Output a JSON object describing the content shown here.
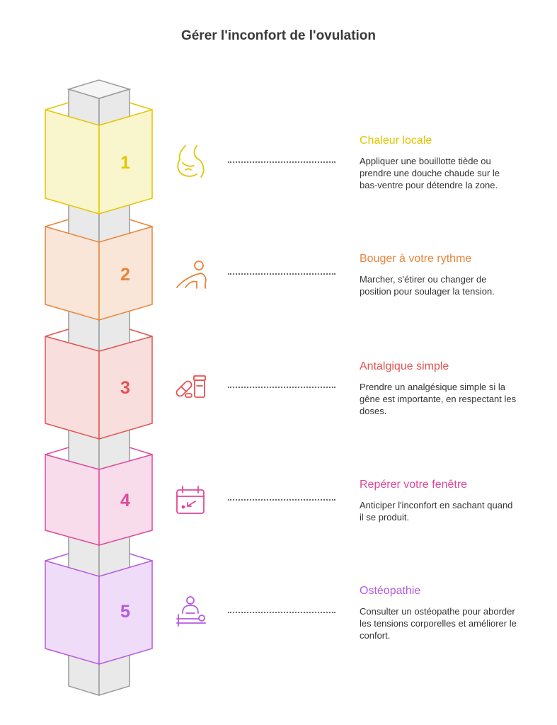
{
  "title": "Gérer l'inconfort de l'ovulation",
  "colors": {
    "pillar_fill": "#e9e9e9",
    "pillar_top": "#f5f5f5",
    "pillar_stroke": "#9a9a9a"
  },
  "steps": [
    {
      "number": "1",
      "title": "Chaleur locale",
      "description": "Appliquer une bouillotte tiède ou prendre une douche chaude sur le bas-ventre pour détendre la zone.",
      "icon": "pregnant-belly-icon",
      "color": "#e2c600",
      "fill": "#f9f5cc"
    },
    {
      "number": "2",
      "title": "Bouger à votre rythme",
      "description": "Marcher, s'étirer ou changer de position pour soulager la tension.",
      "icon": "stretching-person-icon",
      "color": "#e8843a",
      "fill": "#f9e6d8"
    },
    {
      "number": "3",
      "title": "Antalgique simple",
      "description": "Prendre un analgésique simple si la gêne est importante, en respectant les doses.",
      "icon": "medication-icon",
      "color": "#e45252",
      "fill": "#f9dede"
    },
    {
      "number": "4",
      "title": "Repérer votre fenêtre",
      "description": "Anticiper l'inconfort en sachant quand il se produit.",
      "icon": "calendar-icon",
      "color": "#e0489a",
      "fill": "#f8dcec"
    },
    {
      "number": "5",
      "title": "Ostéopathie",
      "description": "Consulter un ostéopathe pour aborder les tensions corporelles et améliorer le confort.",
      "icon": "massage-therapy-icon",
      "color": "#b659e0",
      "fill": "#efdcf8"
    }
  ]
}
